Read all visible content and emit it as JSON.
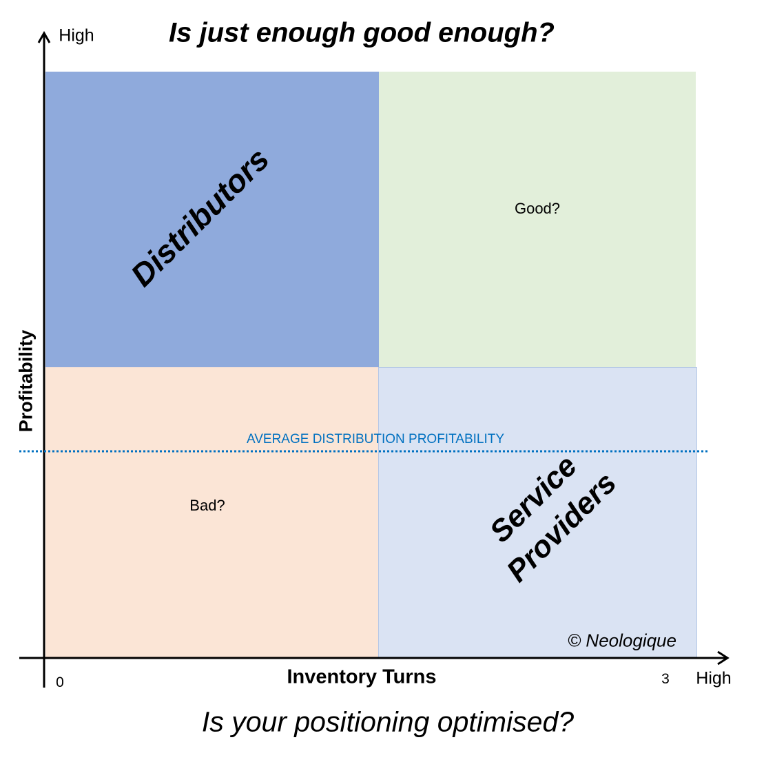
{
  "title": "Is just enough good enough?",
  "subtitle": "Is your positioning optimised?",
  "y_axis": {
    "label": "Profitability",
    "high": "High"
  },
  "x_axis": {
    "label": "Inventory Turns",
    "min": "0",
    "max": "3",
    "high": "High"
  },
  "quadrants": {
    "top_left": {
      "label": "Distributors",
      "color": "#8faadc"
    },
    "top_right": {
      "label": "Good?",
      "color": "#e2efda"
    },
    "bottom_left": {
      "label": "Bad?",
      "color": "#fbe5d6"
    },
    "bottom_right": {
      "label_line1": "Service",
      "label_line2": "Providers",
      "color": "#dae3f3"
    }
  },
  "average_line": {
    "label": "AVERAGE DISTRIBUTION PROFITABILITY",
    "color": "#0070c0"
  },
  "copyright": "© Neologique"
}
